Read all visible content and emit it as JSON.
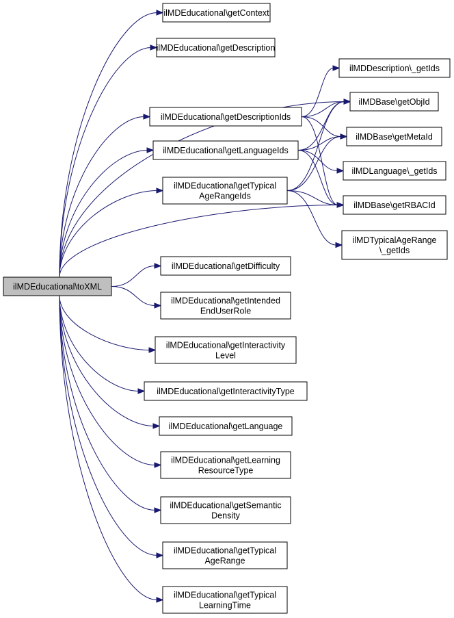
{
  "colors": {
    "edge": "#191970",
    "root_fill": "#bfbfbf",
    "node_fill": "#ffffff",
    "node_border": "#000000"
  },
  "nodes": {
    "toXML": {
      "lines": [
        "ilMDEducational\\toXML"
      ],
      "root": true
    },
    "getContext": {
      "lines": [
        "ilMDEducational\\getContext"
      ]
    },
    "getDescription": {
      "lines": [
        "ilMDEducational\\getDescription"
      ]
    },
    "getDescriptionIds": {
      "lines": [
        "ilMDEducational\\getDescriptionIds"
      ]
    },
    "getLanguageIds": {
      "lines": [
        "ilMDEducational\\getLanguageIds"
      ]
    },
    "getTypicalAgeRangeIds": {
      "lines": [
        "ilMDEducational\\getTypical",
        "AgeRangeIds"
      ]
    },
    "getDifficulty": {
      "lines": [
        "ilMDEducational\\getDifficulty"
      ]
    },
    "getIntendedEndUserRole": {
      "lines": [
        "ilMDEducational\\getIntended",
        "EndUserRole"
      ]
    },
    "getInteractivityLevel": {
      "lines": [
        "ilMDEducational\\getInteractivity",
        "Level"
      ]
    },
    "getInteractivityType": {
      "lines": [
        "ilMDEducational\\getInteractivityType"
      ]
    },
    "getLanguage": {
      "lines": [
        "ilMDEducational\\getLanguage"
      ]
    },
    "getLearningResourceType": {
      "lines": [
        "ilMDEducational\\getLearning",
        "ResourceType"
      ]
    },
    "getSemanticDensity": {
      "lines": [
        "ilMDEducational\\getSemantic",
        "Density"
      ]
    },
    "getTypicalAgeRange": {
      "lines": [
        "ilMDEducational\\getTypical",
        "AgeRange"
      ]
    },
    "getTypicalLearningTime": {
      "lines": [
        "ilMDEducational\\getTypical",
        "LearningTime"
      ]
    },
    "descGetIds": {
      "lines": [
        "ilMDDescription\\_getIds"
      ]
    },
    "getObjId": {
      "lines": [
        "ilMDBase\\getObjId"
      ]
    },
    "getMetaId": {
      "lines": [
        "ilMDBase\\getMetaId"
      ]
    },
    "langGetIds": {
      "lines": [
        "ilMDLanguage\\_getIds"
      ]
    },
    "getRBACId": {
      "lines": [
        "ilMDBase\\getRBACId"
      ]
    },
    "tarGetIds": {
      "lines": [
        "ilMDTypicalAgeRange",
        "\\_getIds"
      ]
    }
  },
  "edges": [
    [
      "toXML",
      "getContext"
    ],
    [
      "toXML",
      "getDescription"
    ],
    [
      "toXML",
      "getObjId"
    ],
    [
      "toXML",
      "getDescriptionIds"
    ],
    [
      "toXML",
      "getLanguageIds"
    ],
    [
      "toXML",
      "getTypicalAgeRangeIds"
    ],
    [
      "toXML",
      "getRBACId"
    ],
    [
      "toXML",
      "getDifficulty"
    ],
    [
      "toXML",
      "getIntendedEndUserRole"
    ],
    [
      "toXML",
      "getInteractivityLevel"
    ],
    [
      "toXML",
      "getInteractivityType"
    ],
    [
      "toXML",
      "getLanguage"
    ],
    [
      "toXML",
      "getLearningResourceType"
    ],
    [
      "toXML",
      "getSemanticDensity"
    ],
    [
      "toXML",
      "getTypicalAgeRange"
    ],
    [
      "toXML",
      "getTypicalLearningTime"
    ],
    [
      "getDescriptionIds",
      "descGetIds"
    ],
    [
      "getDescriptionIds",
      "getObjId"
    ],
    [
      "getDescriptionIds",
      "getMetaId"
    ],
    [
      "getDescriptionIds",
      "getRBACId"
    ],
    [
      "getLanguageIds",
      "getObjId"
    ],
    [
      "getLanguageIds",
      "getMetaId"
    ],
    [
      "getLanguageIds",
      "langGetIds"
    ],
    [
      "getLanguageIds",
      "getRBACId"
    ],
    [
      "getTypicalAgeRangeIds",
      "getObjId"
    ],
    [
      "getTypicalAgeRangeIds",
      "getMetaId"
    ],
    [
      "getTypicalAgeRangeIds",
      "getRBACId"
    ],
    [
      "getTypicalAgeRangeIds",
      "tarGetIds"
    ]
  ]
}
